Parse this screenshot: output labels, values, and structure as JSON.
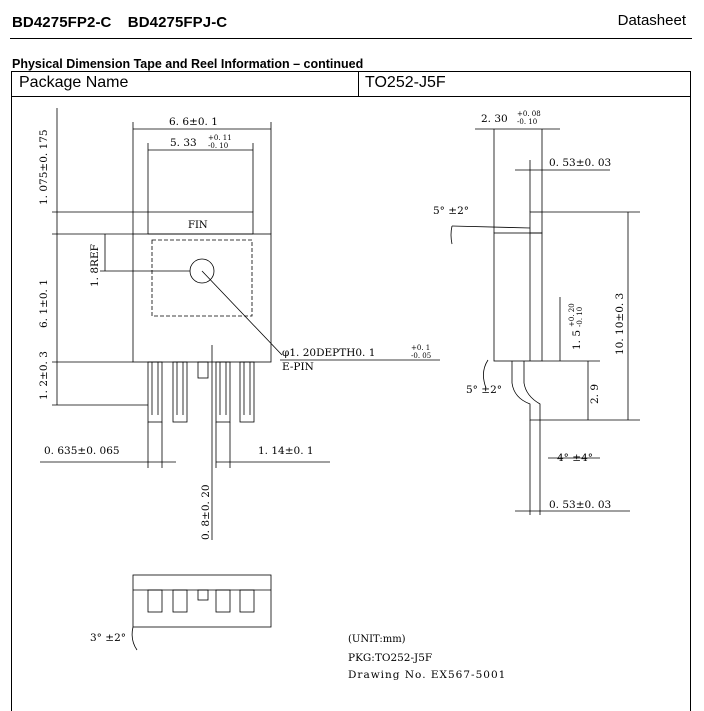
{
  "header": {
    "part1": "BD4275FP2-C",
    "part2": "BD4275FPJ-C",
    "doc_type": "Datasheet"
  },
  "section_title": "Physical Dimension Tape and Reel Information – continued",
  "table": {
    "label": "Package Name",
    "value": "TO252-J5F"
  },
  "drawing": {
    "dims": {
      "w_top": "6. 6±0. 1",
      "w_inner": "5. 33",
      "w_inner_tol_up": "+0. 11",
      "w_inner_tol_dn": "-0. 10",
      "fin": "FIN",
      "h_left_top": "1. 075±0. 175",
      "ref18": "1. 8REF",
      "h_body": "6. 1±0. 1",
      "h_low": "1. 2±0. 3",
      "pin_dia": "φ1. 20DEPTH0. 1",
      "pin_dia_tol_up": "+0. 1",
      "pin_dia_tol_dn": "-0. 05",
      "epin": "E-PIN",
      "lead_w": "0. 635±0. 065",
      "pitch": "1. 14±0. 1",
      "lead_len": "0. 8±0. 20",
      "thk": "2. 30",
      "thk_tol_up": "+0. 08",
      "thk_tol_dn": "-0. 10",
      "tab_t": "0. 53±0. 03",
      "ang1": "5° ±2°",
      "ang2": "5° ±2°",
      "h_side": "10. 10±0. 3",
      "h15": "1. 5",
      "h15_tol_up": "+0. 20",
      "h15_tol_dn": "-0. 10",
      "h29": "2. 9",
      "ang4": "4° ±4°",
      "lead_t": "0. 53±0. 03",
      "ang3": "3° ±2°"
    },
    "notes": {
      "unit": "(UNIT:mm)",
      "pkg": "PKG:TO252-J5F",
      "drawing_no": "Drawing No. EX567-5001"
    }
  }
}
